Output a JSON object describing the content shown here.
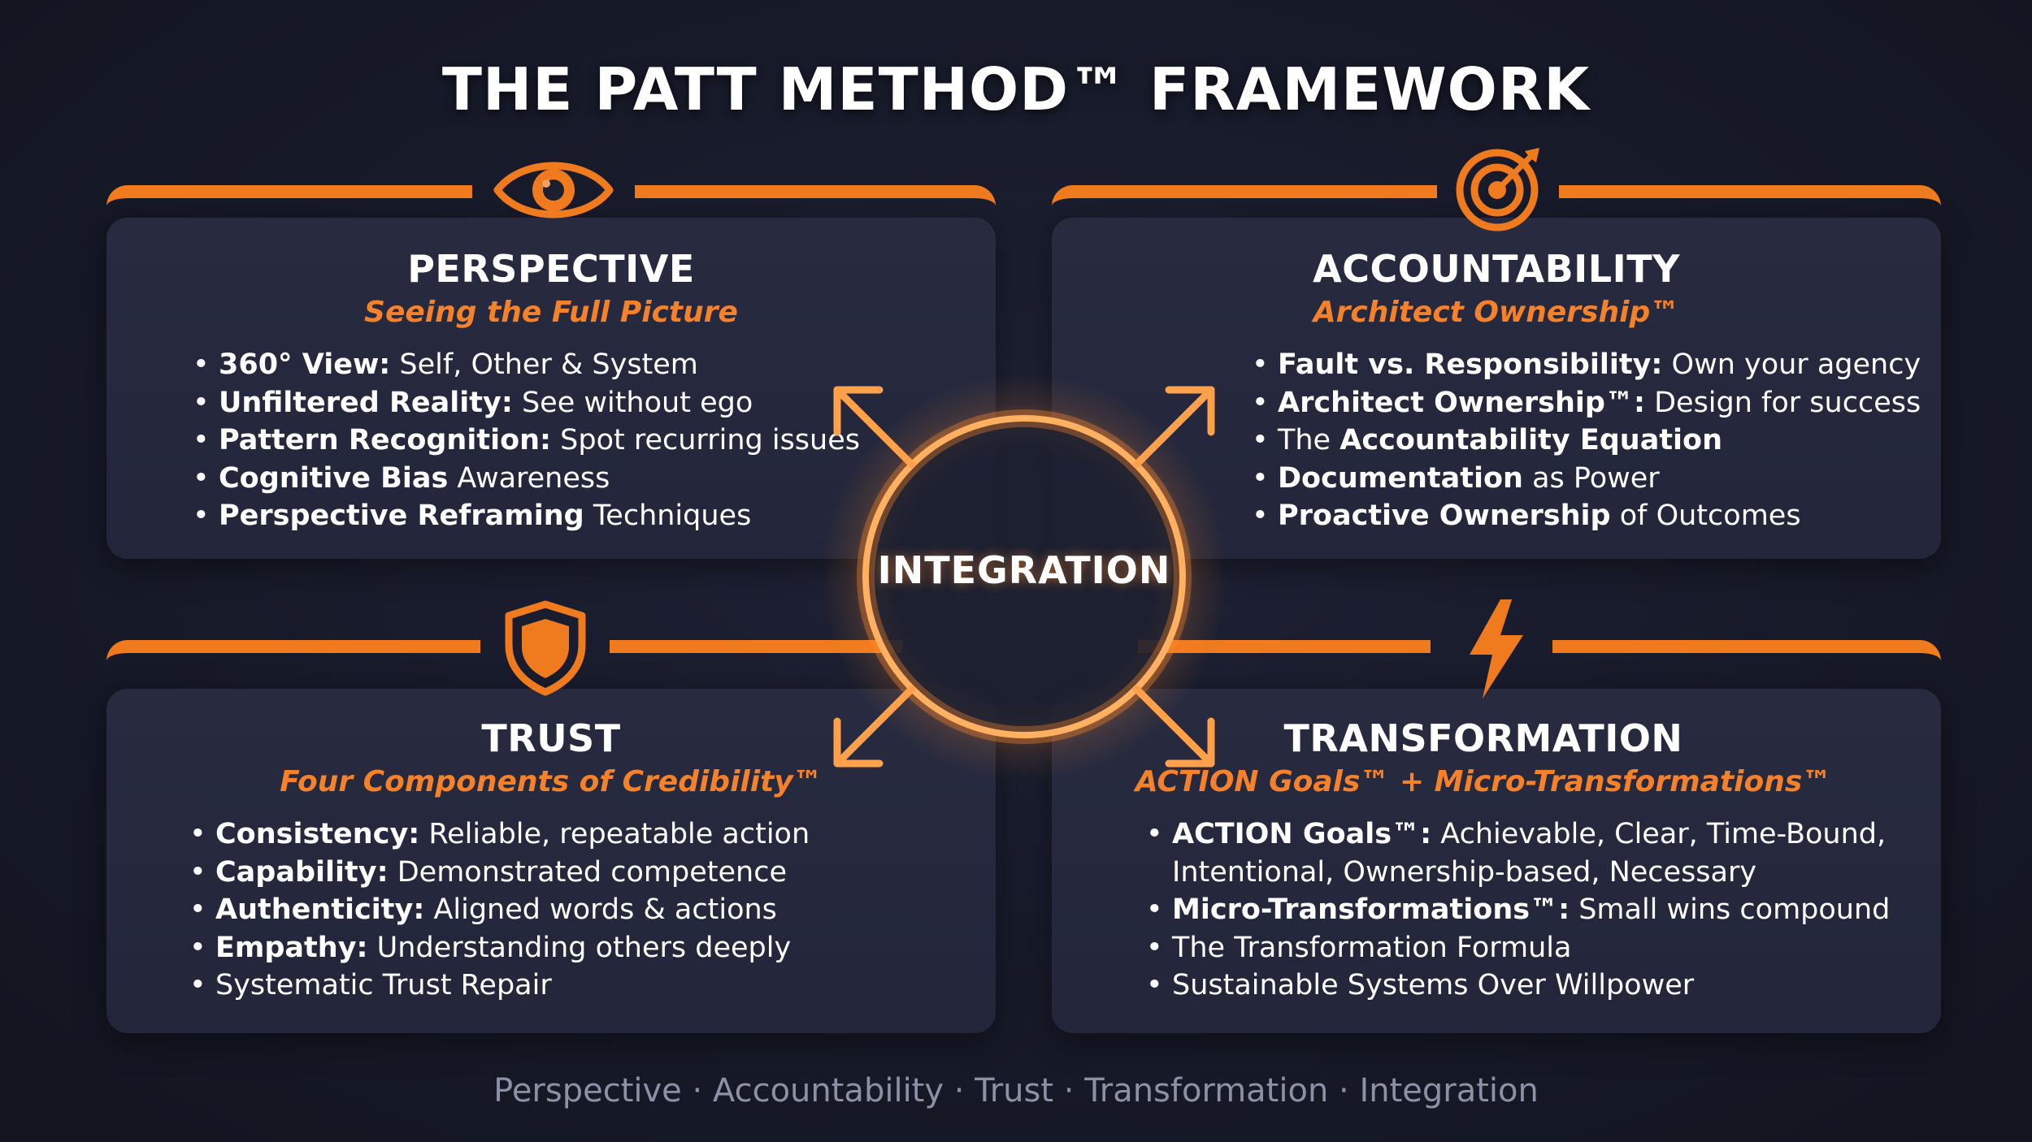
{
  "title": "THE PATT METHOD™ FRAMEWORK",
  "accent_color": "#f07a1e",
  "center": {
    "label": "INTEGRATION",
    "icon": "glowing-ring-with-four-arrows"
  },
  "quadrants": [
    {
      "id": "perspective",
      "icon": "eye-icon",
      "heading": "PERSPECTIVE",
      "subtitle": "Seeing the Full Picture",
      "points": [
        {
          "bold": "360° View:",
          "text": " Self, Other & System"
        },
        {
          "bold": "Unfiltered Reality:",
          "text": " See without ego"
        },
        {
          "bold": "Pattern Recognition:",
          "text": " Spot recurring issues"
        },
        {
          "bold": "Cognitive Bias",
          "text": " Awareness"
        },
        {
          "bold": "Perspective Reframing",
          "text": " Techniques"
        }
      ]
    },
    {
      "id": "accountability",
      "icon": "target-icon",
      "heading": "ACCOUNTABILITY",
      "subtitle": "Architect Ownership™",
      "points": [
        {
          "bold": "Fault vs. Responsibility:",
          "text": " Own your agency"
        },
        {
          "bold": "Architect Ownership™:",
          "text": " Design for success"
        },
        {
          "pre": "The ",
          "bold": "Accountability Equation",
          "text": ""
        },
        {
          "bold": "Documentation",
          "text": " as Power"
        },
        {
          "bold": "Proactive Ownership",
          "text": " of Outcomes"
        }
      ]
    },
    {
      "id": "trust",
      "icon": "shield-icon",
      "heading": "TRUST",
      "subtitle": "Four Components of Credibility™",
      "points": [
        {
          "bold": "Consistency:",
          "text": " Reliable, repeatable action"
        },
        {
          "bold": "Capability:",
          "text": " Demonstrated competence"
        },
        {
          "bold": "Authenticity:",
          "text": " Aligned words & actions"
        },
        {
          "bold": "Empathy:",
          "text": " Understanding others deeply"
        },
        {
          "bold": "",
          "text": "Systematic Trust Repair"
        }
      ]
    },
    {
      "id": "transformation",
      "icon": "lightning-bolt-icon",
      "heading": "TRANSFORMATION",
      "subtitle": "ACTION Goals™ + Micro-Transformations™",
      "points": [
        {
          "bold": "ACTION Goals™:",
          "text": " Achievable, Clear, Time-Bound,"
        },
        {
          "bold": "",
          "text": "Intentional, Ownership-based, Necessary",
          "continuation": true
        },
        {
          "bold": "Micro-Transformations™:",
          "text": " Small wins compound"
        },
        {
          "bold": "",
          "text": "The Transformation Formula"
        },
        {
          "bold": "",
          "text": "Sustainable Systems Over Willpower"
        }
      ]
    }
  ],
  "footer": "Perspective · Accountability · Trust · Transformation · Integration"
}
